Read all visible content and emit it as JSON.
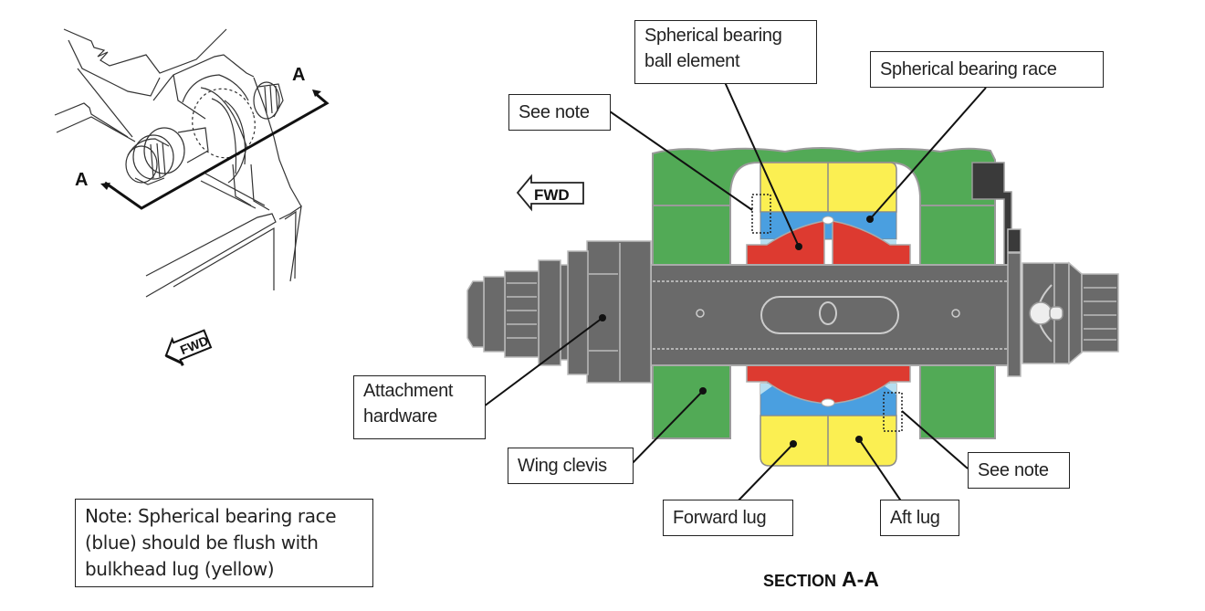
{
  "iso_view": {
    "section_marker_top": "A",
    "section_marker_bottom": "A",
    "fwd_label": "FWD"
  },
  "section_view": {
    "fwd_label": "FWD",
    "title_prefix": "SECTION",
    "title_id": "A-A"
  },
  "callouts": {
    "ball_element": [
      "Spherical bearing",
      "ball element"
    ],
    "bearing_race": "Spherical bearing race",
    "see_note_top": "See note",
    "attachment_hardware": [
      "Attachment",
      "hardware"
    ],
    "wing_clevis": "Wing clevis",
    "forward_lug": "Forward lug",
    "aft_lug": "Aft lug",
    "see_note_bottom": "See note"
  },
  "note": {
    "lines": [
      "Note: Spherical bearing race",
      "(blue) should be flush with",
      "bulkhead lug (yellow)"
    ]
  },
  "colors": {
    "wing_clevis": "#52aa56",
    "lug": "#fbef52",
    "race": "#4a9fe0",
    "race_light": "#b6def0",
    "ball": "#dd3a30",
    "hardware": "#6a6a6a",
    "hardware_dark": "#3a3a3a"
  }
}
